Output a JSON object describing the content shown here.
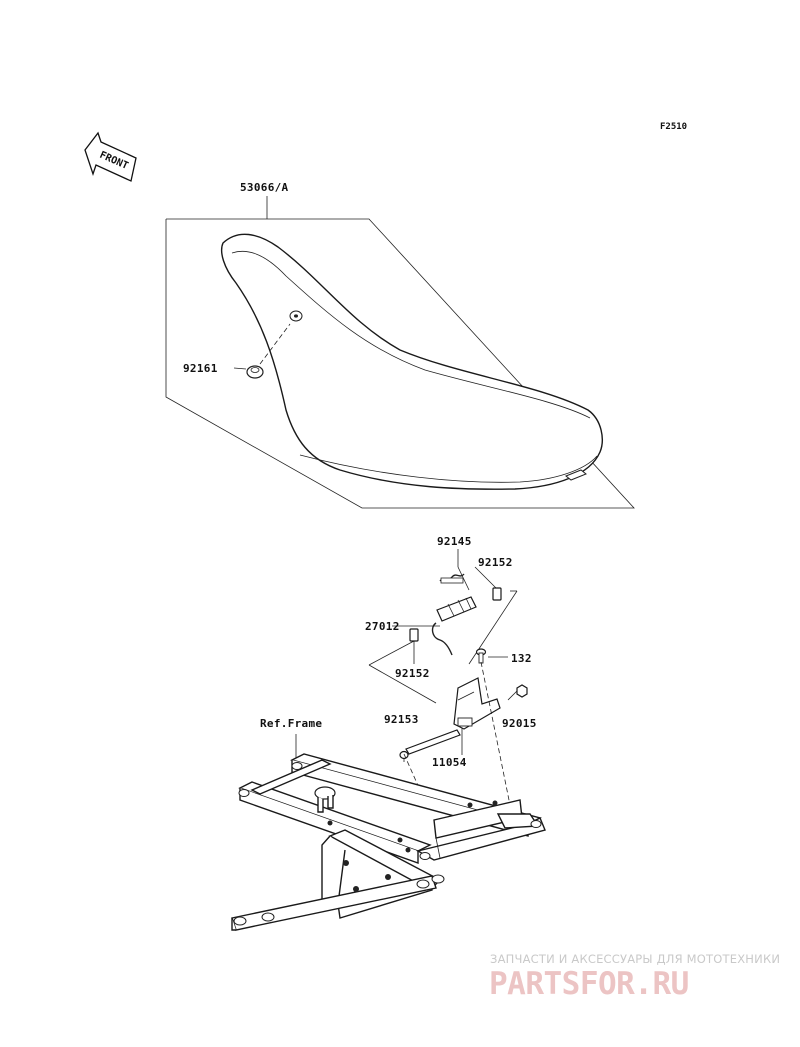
{
  "figure_code": "F2510",
  "front_label": "FRONT",
  "labels": {
    "seat_assy": "53066/A",
    "grommet": "92161",
    "spring": "92145",
    "collar_upper": "92152",
    "seat_lock": "27012",
    "collar_lower": "92152",
    "bolt": "132",
    "ref_frame": "Ref.Frame",
    "shaft": "92153",
    "nut": "92015",
    "bracket": "11054"
  },
  "watermark": {
    "caption": "ЗАПЧАСТИ И АКСЕССУАРЫ ДЛЯ МОТОТЕХНИКИ",
    "logo": "PARTSFOR.RU"
  }
}
